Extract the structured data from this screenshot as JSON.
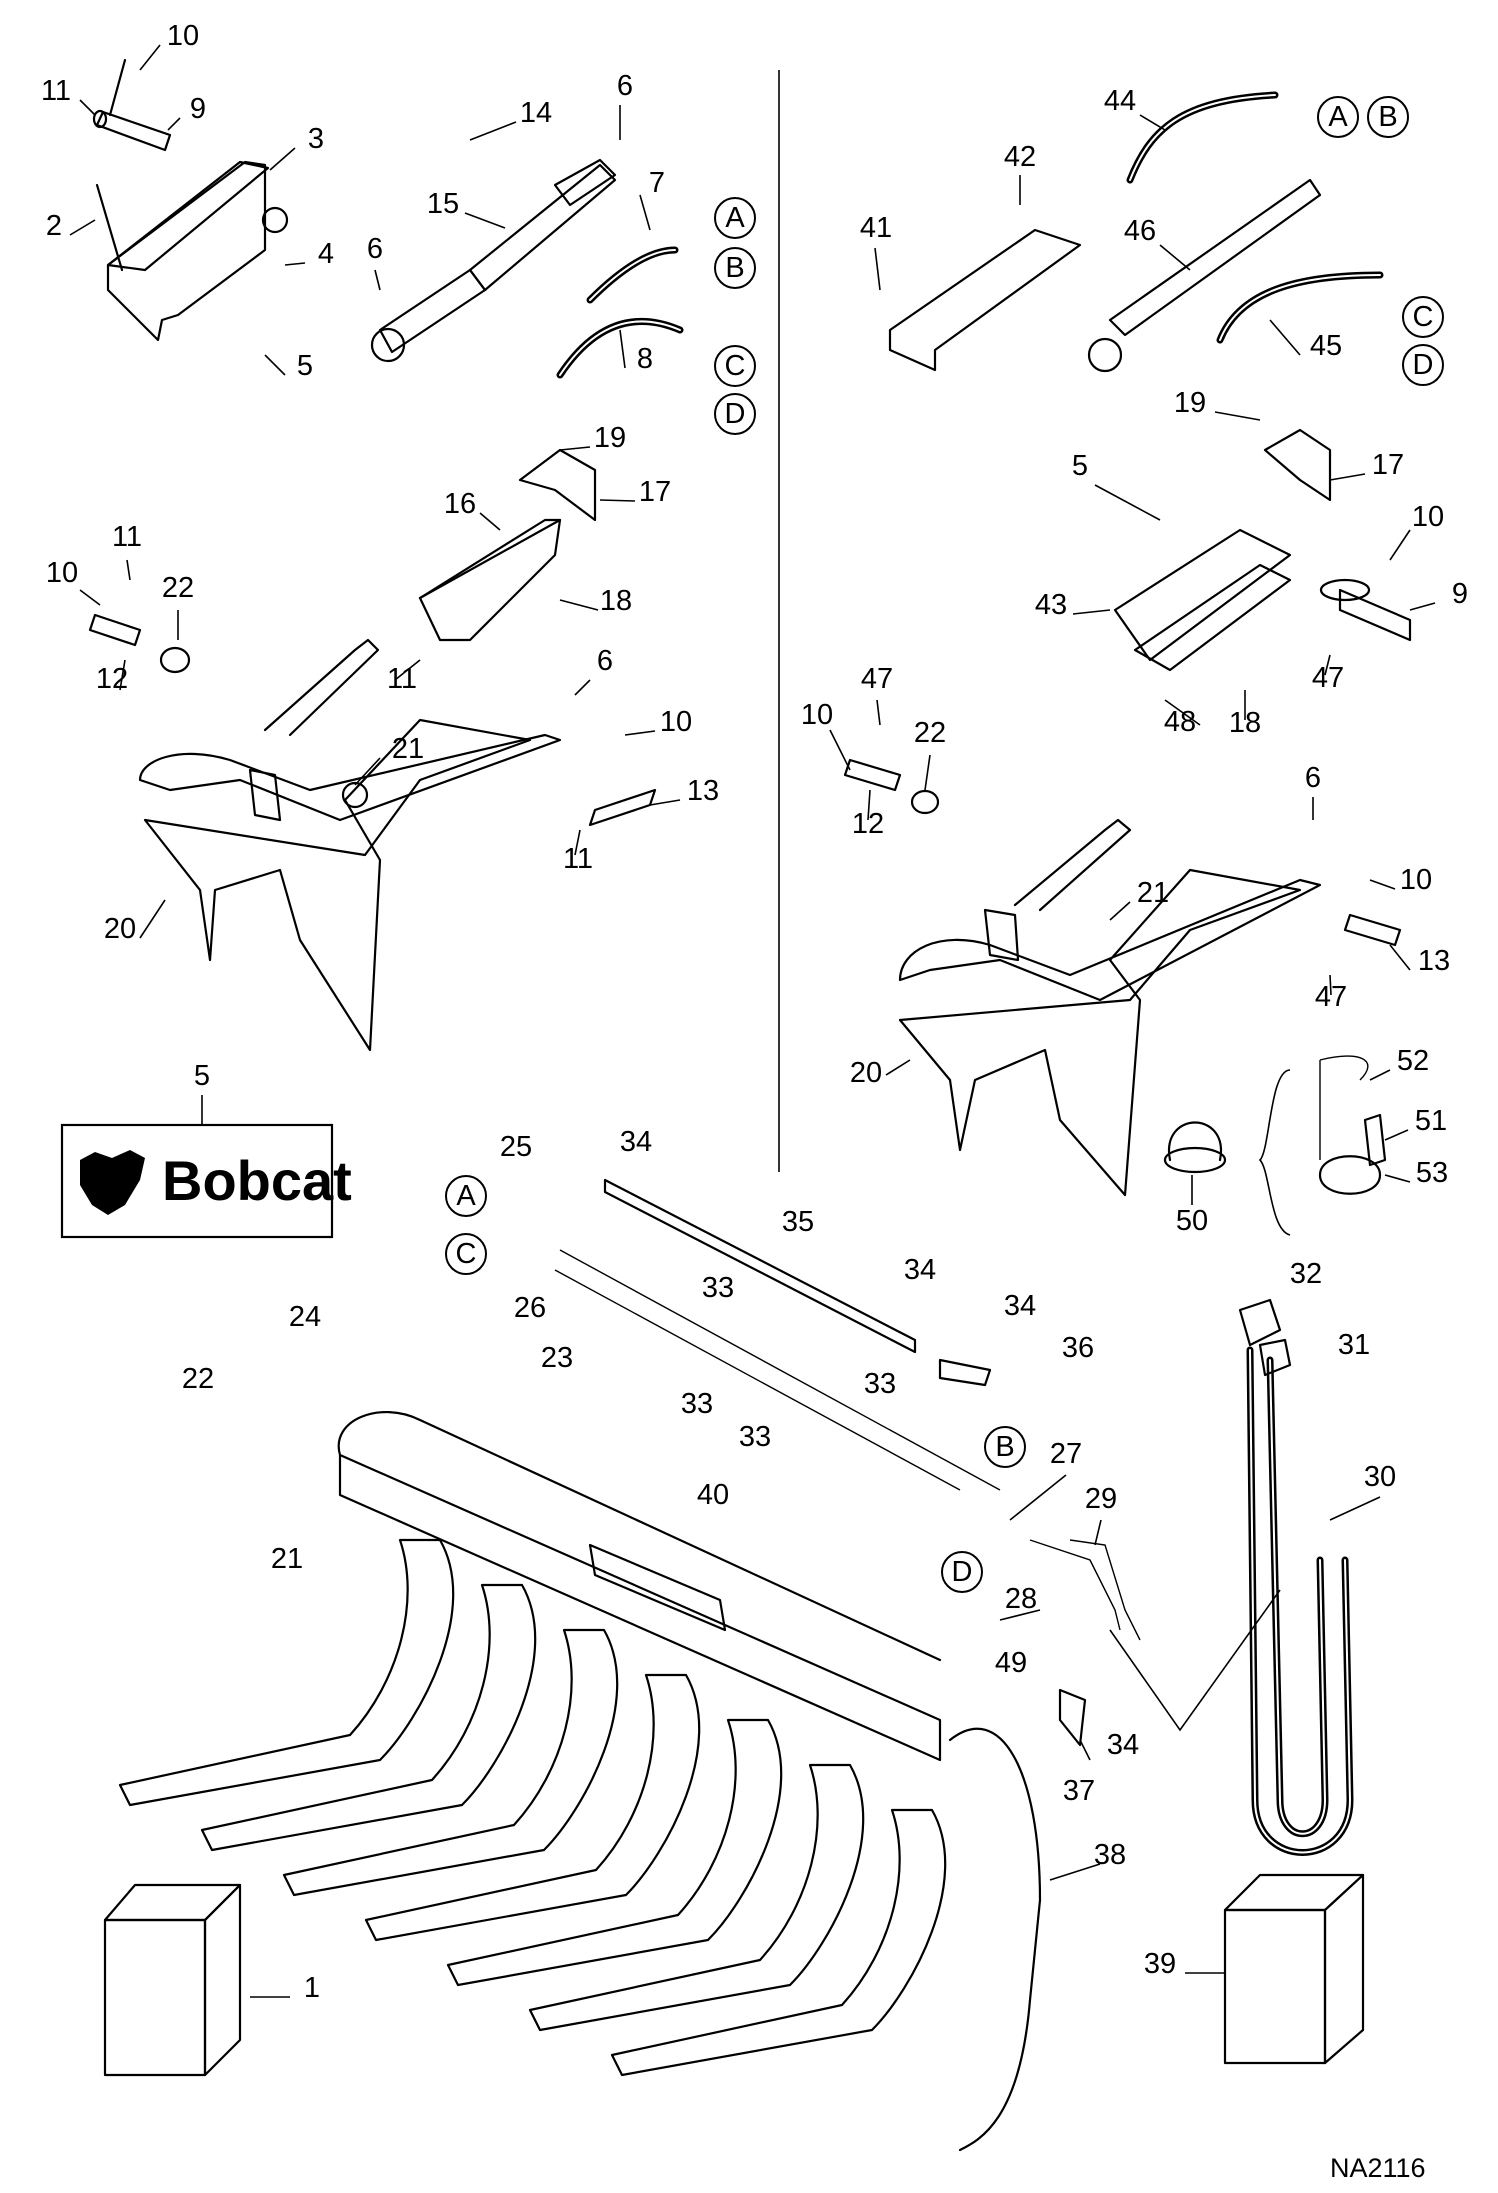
{
  "logo": {
    "brand_text": "Bobcat",
    "callout": "5"
  },
  "drawing_code": "NA2116",
  "connection_letters": [
    "A",
    "B",
    "C",
    "D"
  ],
  "callouts": [
    "1",
    "2",
    "3",
    "4",
    "5",
    "6",
    "7",
    "8",
    "9",
    "10",
    "11",
    "12",
    "13",
    "14",
    "15",
    "16",
    "17",
    "18",
    "19",
    "20",
    "21",
    "22",
    "23",
    "24",
    "25",
    "26",
    "27",
    "28",
    "29",
    "30",
    "31",
    "32",
    "33",
    "34",
    "35",
    "36",
    "37",
    "38",
    "39",
    "40",
    "41",
    "42",
    "43",
    "44",
    "45",
    "46",
    "47",
    "48",
    "49",
    "50",
    "51",
    "52",
    "53"
  ]
}
